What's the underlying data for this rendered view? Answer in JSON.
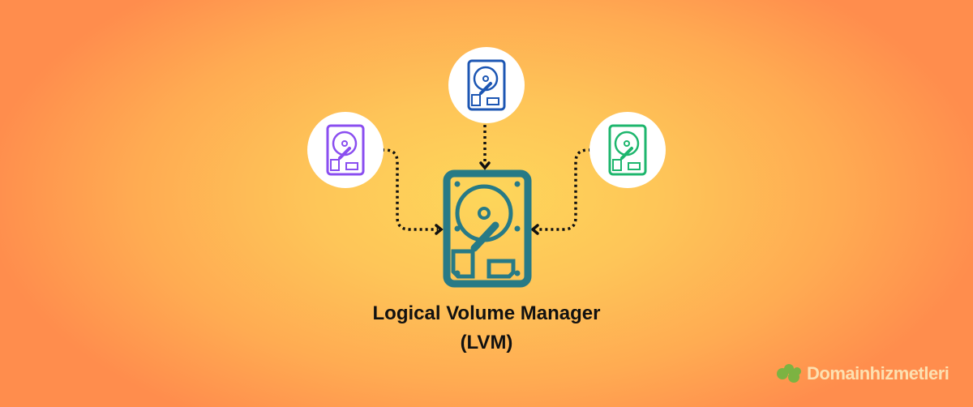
{
  "title": {
    "line1": "Logical Volume Manager",
    "line2": "(LVM)"
  },
  "brand": {
    "name": "Domainhizmetleri",
    "icon": "brand-logo-icon"
  },
  "diagram": {
    "center_disk": {
      "icon": "hard-drive-icon",
      "color": "#277a86"
    },
    "source_disks": [
      {
        "position": "left",
        "icon": "hard-drive-icon",
        "color": "#8a4ef0"
      },
      {
        "position": "top",
        "icon": "hard-drive-icon",
        "color": "#1c56b3"
      },
      {
        "position": "right",
        "icon": "hard-drive-icon",
        "color": "#1db66d"
      }
    ],
    "connectors": "dotted arrows pointing into center disk"
  },
  "colors": {
    "bg_center": "#fdd65a",
    "bg_edge": "#ff8d4d",
    "text": "#111111"
  }
}
